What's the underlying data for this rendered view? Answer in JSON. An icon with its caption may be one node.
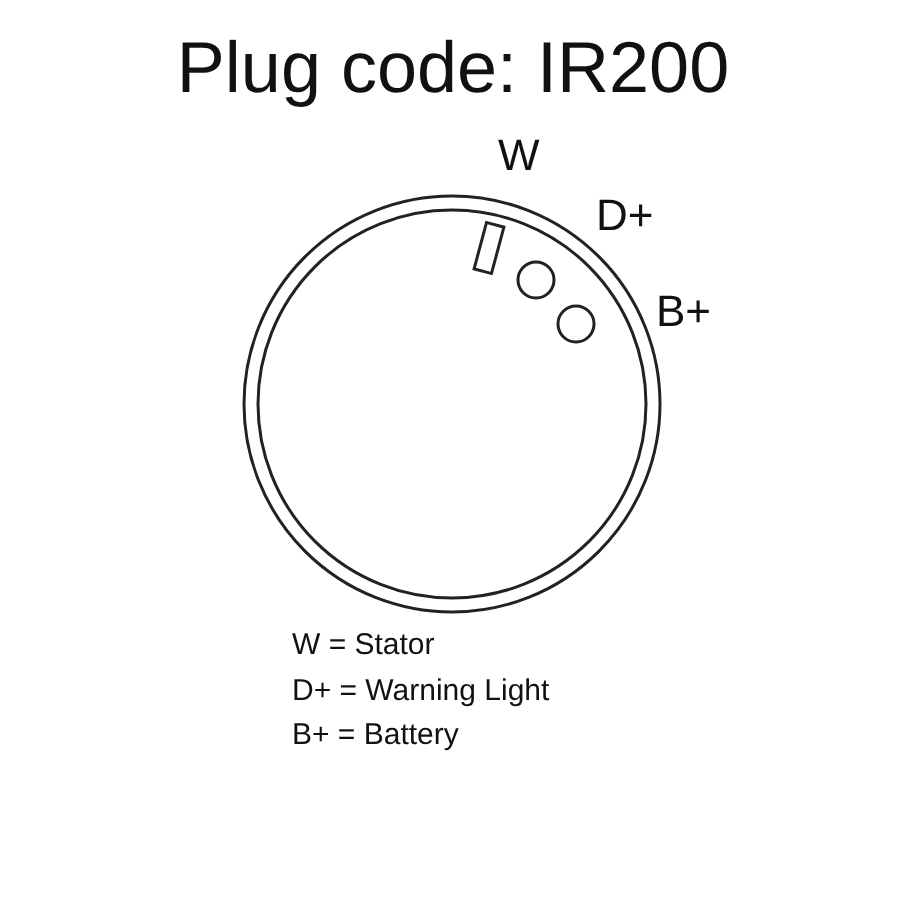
{
  "diagram": {
    "title": "Plug code: IR200",
    "labels": [
      "W",
      "D+",
      "B+",
      "W = Stator",
      "D+ = Warning Light",
      "B+ = Battery"
    ]
  }
}
